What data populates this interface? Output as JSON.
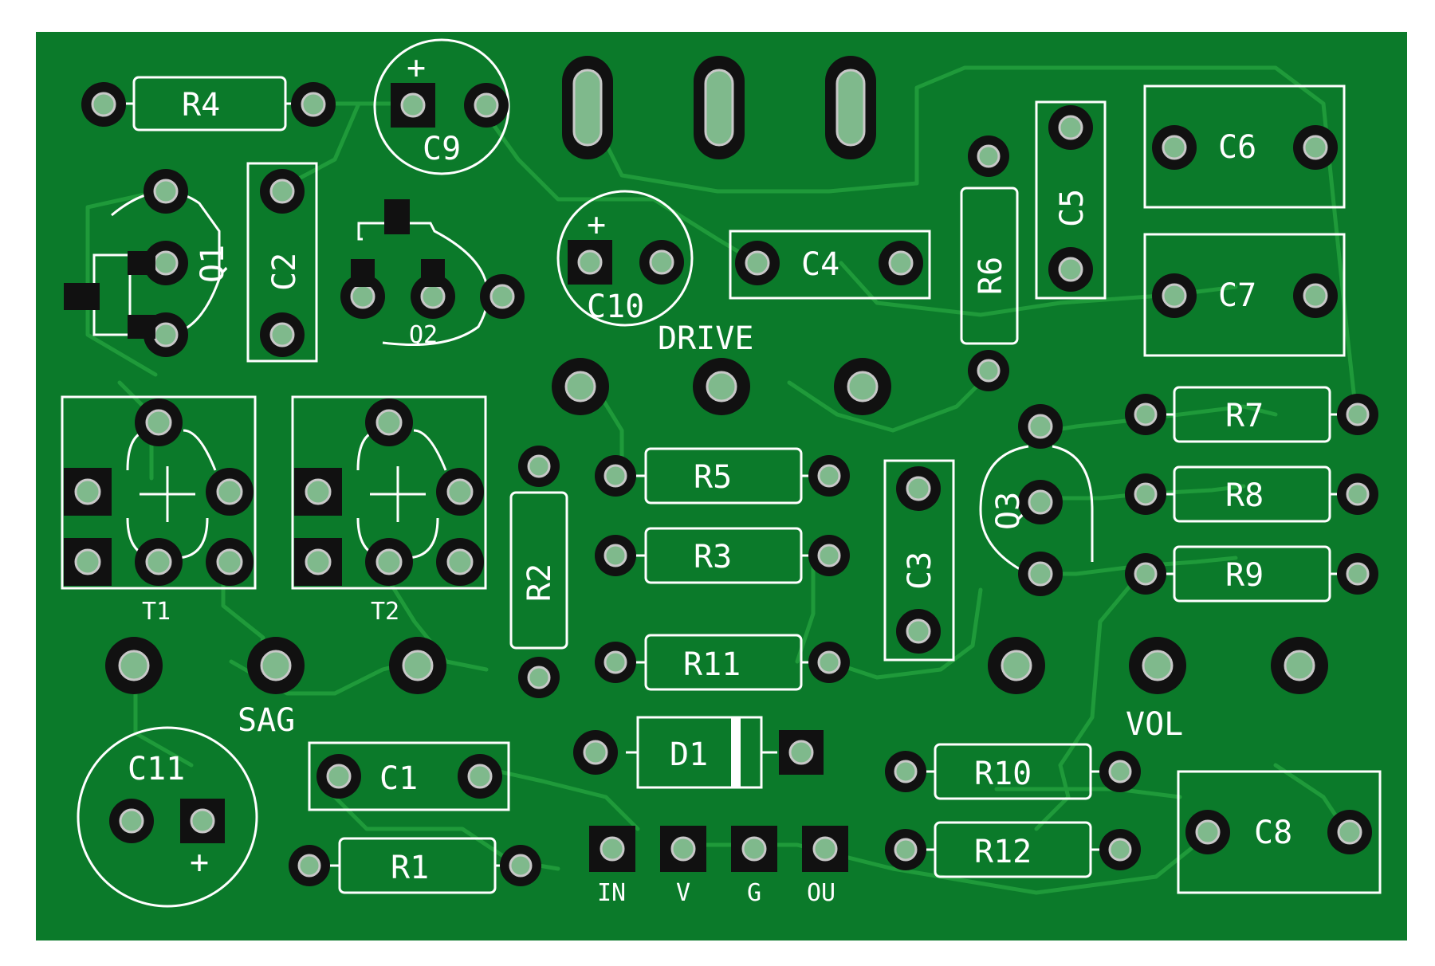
{
  "board": {
    "colors": {
      "background": "#ffffff",
      "solder_mask": "#0b7a2a",
      "trace": "#1f9a3a",
      "silkscreen": "#ffffff",
      "pad": "#111111",
      "hole": "#7fb98c"
    },
    "labels": {
      "r4": "R4",
      "c9": "C9",
      "c9_plus": "+",
      "q1": "Q1",
      "c2": "C2",
      "q2": "Q2",
      "c10": "C10",
      "c10_plus": "+",
      "drive": "DRIVE",
      "c4": "C4",
      "r6": "R6",
      "c5": "C5",
      "c6": "C6",
      "c7": "C7",
      "t1": "T1",
      "t2": "T2",
      "r5": "R5",
      "r3": "R3",
      "r2": "R2",
      "c3": "C3",
      "q3": "Q3",
      "r7": "R7",
      "r8": "R8",
      "r9": "R9",
      "r11": "R11",
      "sag": "SAG",
      "vol": "VOL",
      "c11": "C11",
      "c11_plus": "+",
      "c1": "C1",
      "d1": "D1",
      "r10": "R10",
      "r12": "R12",
      "c8": "C8",
      "r1": "R1",
      "in": "IN",
      "v": "V",
      "g": "G",
      "ou": "OU"
    }
  }
}
